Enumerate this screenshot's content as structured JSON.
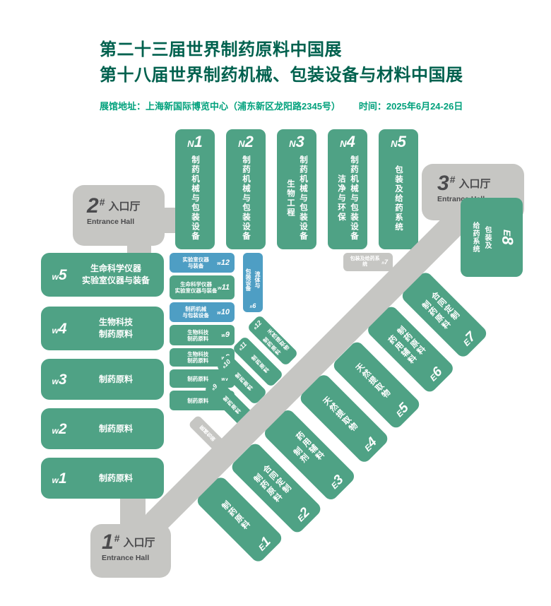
{
  "colors": {
    "green": "#4FA285",
    "blue": "#4E9EC4",
    "gray": "#C6C6C3",
    "title": "#00614E",
    "accent": "#00A17C",
    "dark": "#4B4B4D"
  },
  "header": {
    "title1": "第二十三届世界制药原料中国展",
    "title2": "第十八届世界制药机械、包装设备与材料中国展",
    "address": "展馆地址：上海新国际博览中心（浦东新区龙阳路2345号）",
    "time": "时间：2025年6月24-26日"
  },
  "entrances": {
    "ent1": {
      "digit": "1",
      "hash": "#",
      "cn": "入口厅",
      "en": "Entrance Hall"
    },
    "ent2": {
      "digit": "2",
      "hash": "#",
      "cn": "入口厅",
      "en": "Entrance Hall"
    },
    "ent3": {
      "digit": "3",
      "hash": "#",
      "cn": "入口厅",
      "en": "Entrance Hall"
    }
  },
  "halls": {
    "n1": {
      "letter": "N",
      "digit": "1",
      "line1": "制药机械与包装设备"
    },
    "n2": {
      "letter": "N",
      "digit": "2",
      "line1": "制药机械与包装设备"
    },
    "n3": {
      "letter": "N",
      "digit": "3",
      "line1": "制药机械与包装设备",
      "line2": "生物工程"
    },
    "n4": {
      "letter": "N",
      "digit": "4",
      "line1": "制药机械与包装设备",
      "line2": "洁净与环保"
    },
    "n5": {
      "letter": "N",
      "digit": "5",
      "line1": "包装及给药系统"
    },
    "w5": {
      "letter": "w",
      "digit": "5",
      "line1": "生命科学仪器",
      "line2": "实验室仪器与装备"
    },
    "w4": {
      "letter": "w",
      "digit": "4",
      "line1": "生物科技",
      "line2": "制药原料"
    },
    "w3": {
      "letter": "w",
      "digit": "3",
      "line1": "制药原料"
    },
    "w2": {
      "letter": "w",
      "digit": "2",
      "line1": "制药原料"
    },
    "w1": {
      "letter": "w",
      "digit": "1",
      "line1": "制药原料"
    },
    "w12": {
      "letter": "w",
      "digit": "12",
      "line1": "实验室仪器",
      "line2": "与装备"
    },
    "w11": {
      "letter": "w",
      "digit": "11",
      "line1": "生命科学仪器",
      "line2": "实验室仪器与装备"
    },
    "w10": {
      "letter": "w",
      "digit": "10",
      "line1": "制药机械",
      "line2": "与包装设备"
    },
    "w9": {
      "letter": "w",
      "digit": "9",
      "line1": "生物科技",
      "line2": "制药原料"
    },
    "w8": {
      "letter": "w",
      "digit": "8",
      "line1": "生物科技",
      "line2": "制药原料"
    },
    "w7": {
      "letter": "w",
      "digit": "7",
      "line1": "制药原料"
    },
    "w6": {
      "letter": "w",
      "digit": "6",
      "line1": "制药原料"
    },
    "n6": {
      "letter": "n",
      "digit": "6",
      "line1": "流体与",
      "line2": "包装设备"
    },
    "n7": {
      "letter": "n",
      "digit": "7",
      "line1": "包装及给药系统"
    },
    "e1": {
      "letter": "E",
      "digit": "1",
      "line1": "制药原料"
    },
    "e2": {
      "letter": "E",
      "digit": "2",
      "line1": "合同定制",
      "line2": "制药原料"
    },
    "e3": {
      "letter": "E",
      "digit": "3",
      "line1": "药用辅料",
      "line2": "制剂"
    },
    "e4": {
      "letter": "E",
      "digit": "4",
      "line1": "天然提取物"
    },
    "e5": {
      "letter": "E",
      "digit": "5",
      "line1": "天然提取物"
    },
    "e6": {
      "letter": "E",
      "digit": "6",
      "line1": "制药原料",
      "line2": "药用辅料"
    },
    "e7": {
      "letter": "E",
      "digit": "7",
      "line1": "合同定制",
      "line2": "制药原料"
    },
    "e8": {
      "letter": "E",
      "digit": "8",
      "line1": "包装及",
      "line2": "给药系统"
    },
    "e9": {
      "letter": "e",
      "digit": "9",
      "line1": "制药原料"
    },
    "e10": {
      "letter": "e",
      "digit": "10",
      "line1": "制药原料"
    },
    "e11": {
      "letter": "e",
      "digit": "11",
      "line1": "制药原料"
    },
    "e12": {
      "letter": "e",
      "digit": "12",
      "line1": "天然提取物",
      "line2": "制药原料"
    },
    "med": {
      "line1": "医械包装"
    }
  }
}
